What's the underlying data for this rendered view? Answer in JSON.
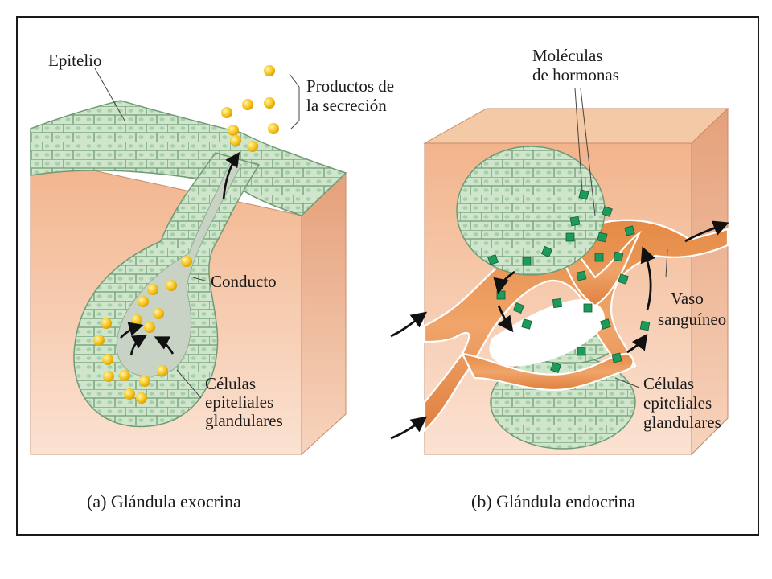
{
  "panels": {
    "exocrine": {
      "caption": "(a) Glándula exocrina",
      "labels": {
        "epithelium": "Epitelio",
        "secretion": [
          "Productos de",
          "la secreción"
        ],
        "duct": "Conducto",
        "cells": [
          "Células",
          "epiteliales",
          "glandulares"
        ]
      }
    },
    "endocrine": {
      "caption": "(b) Glándula endocrina",
      "labels": {
        "hormones": [
          "Moléculas",
          "de hormonas"
        ],
        "vessel": [
          "Vaso",
          "sanguíneo"
        ],
        "cells": [
          "Células",
          "epiteliales",
          "glandulares"
        ]
      }
    }
  },
  "colors": {
    "tissue_top": "#f3c9a6",
    "tissue_side": "#eaa87c",
    "epithelium": "#cfe6cd",
    "cell_outline": "#6f9b74",
    "secretion": "#f3c01a",
    "hormone": "#1e9a5a",
    "vessel": "#e9944f",
    "arrow": "#111111"
  }
}
